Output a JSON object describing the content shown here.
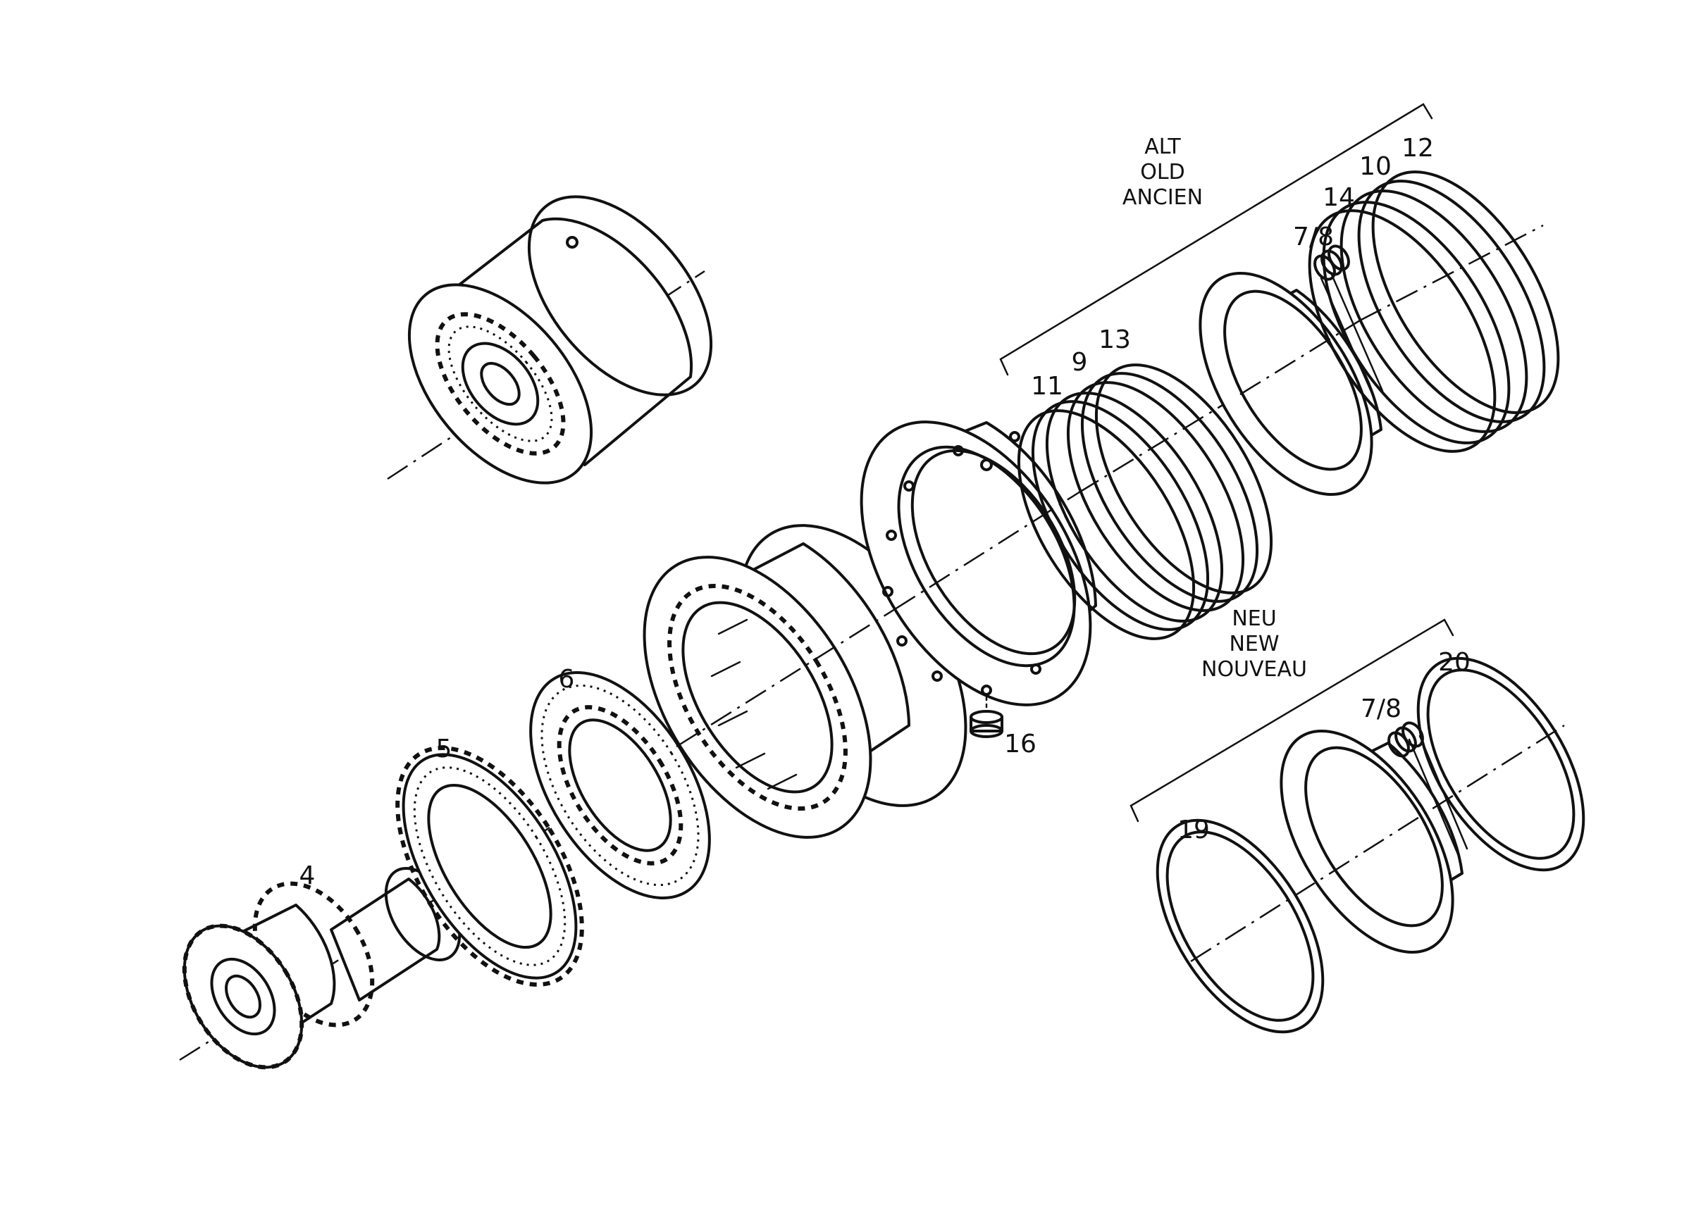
{
  "labels": {
    "p4": "4",
    "p5": "5",
    "p6": "6",
    "p7_8_old": "7/8",
    "p7_8_new": "7/8",
    "p9": "9",
    "p10": "10",
    "p11": "11",
    "p12": "12",
    "p13": "13",
    "p14": "14",
    "p16": "16",
    "p19": "19",
    "p20": "20"
  },
  "groups": {
    "old": {
      "line1": "ALT",
      "line2": "OLD",
      "line3": "ANCIEN"
    },
    "new": {
      "line1": "NEU",
      "line2": "NEW",
      "line3": "NOUVEAU"
    }
  }
}
